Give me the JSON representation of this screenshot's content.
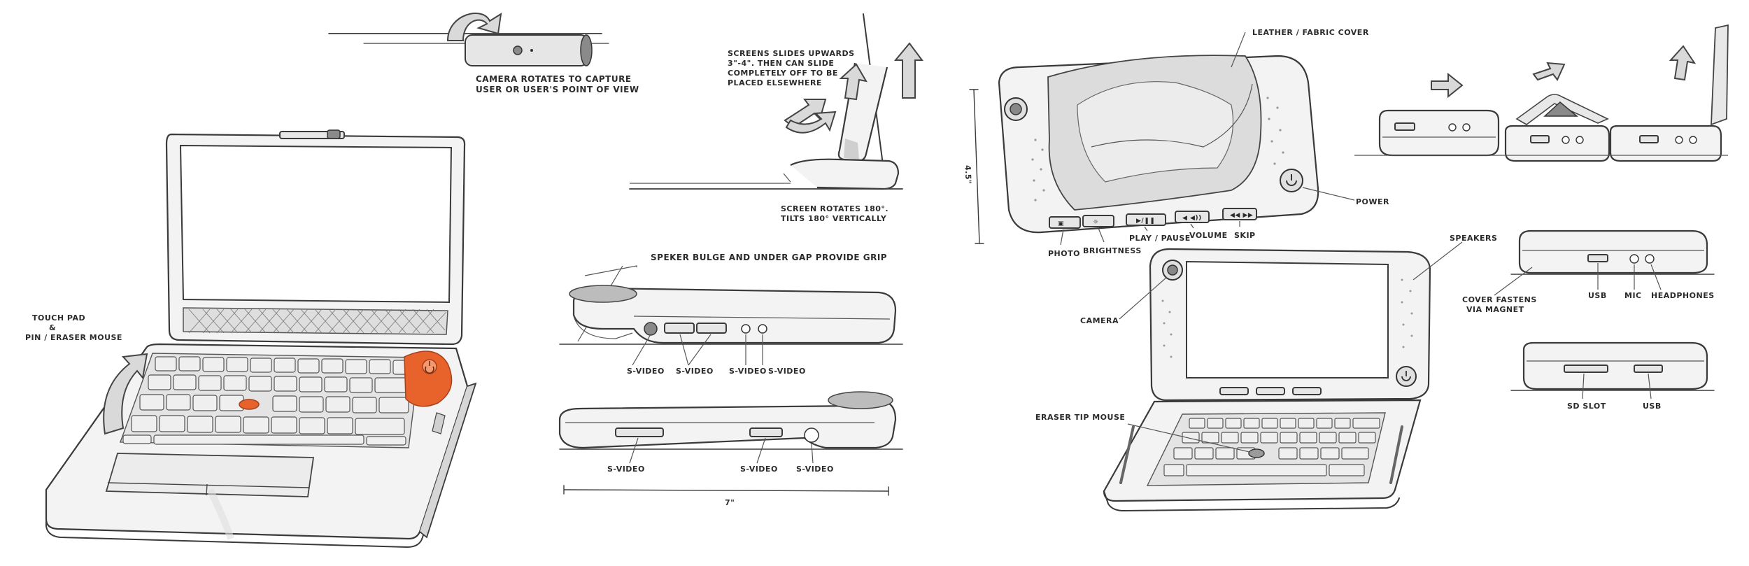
{
  "labels": {
    "camera_rotates": [
      "CAMERA ROTATES TO CAPTURE",
      "USER OR USER'S POINT OF VIEW"
    ],
    "screen_slides": [
      "SCREENS SLIDES UPWARDS",
      "3\"-4\". THEN CAN SLIDE",
      "COMPLETELY OFF TO BE",
      "PLACED ELSEWHERE"
    ],
    "screen_rotates": [
      "SCREEN ROTATES 180°.",
      "TILTS 180° VERTICALLY"
    ],
    "touch_pad": [
      "TOUCH PAD",
      "&",
      "PIN / ERASER MOUSE"
    ],
    "speaker_bulge": "SPEKER BULGE AND UNDER GAP PROVIDE GRIP",
    "side_top_ports": [
      "S-VIDEO",
      "S-VIDEO",
      "S-VIDEO",
      "S-VIDEO"
    ],
    "side_bottom_ports": [
      "S-VIDEO",
      "S-VIDEO",
      "S-VIDEO"
    ],
    "dimension_width": "7\"",
    "dimension_height": "4.5\"",
    "leather_cover": "LEATHER / FABRIC COVER",
    "power": "POWER",
    "controls": [
      "PHOTO",
      "BRIGHTNESS",
      "PLAY / PAUSE",
      "VOLUME",
      "SKIP"
    ],
    "speakers": "SPEAKERS",
    "camera": "CAMERA",
    "eraser_tip": "ERASER TIP MOUSE",
    "cover_fastens": [
      "COVER FASTENS",
      "VIA MAGNET"
    ],
    "right_top_ports": [
      "USB",
      "MIC",
      "HEADPHONES"
    ],
    "right_bottom_ports": [
      "SD SLOT",
      "USB"
    ]
  }
}
